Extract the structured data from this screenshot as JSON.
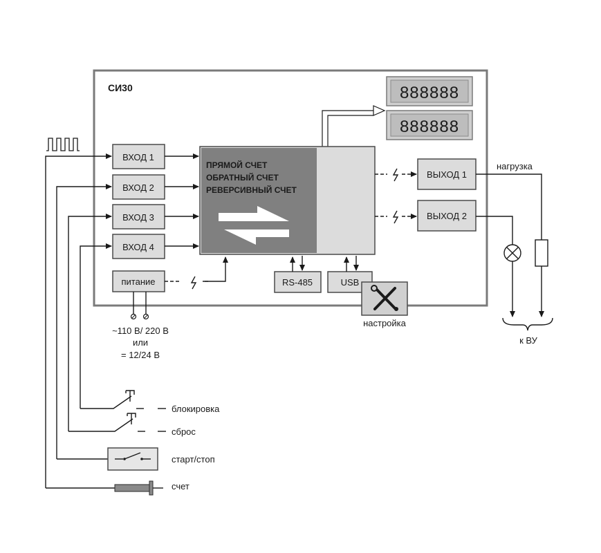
{
  "device_title": "СИ30",
  "inputs": [
    "ВХОД 1",
    "ВХОД 2",
    "ВХОД 3",
    "ВХОД 4"
  ],
  "power_label": "питание",
  "power_spec": [
    "~110 В/ 220 В",
    "или",
    "= 12/24 В"
  ],
  "processor_modes": [
    "ПРЯМОЙ СЧЕТ",
    "ОБРАТНЫЙ СЧЕТ",
    "РЕВЕРСИВНЫЙ СЧЕТ"
  ],
  "display_digits": "888888",
  "outputs": [
    "ВЫХОД 1",
    "ВЫХОД 2"
  ],
  "interfaces": [
    "RS-485",
    "USB"
  ],
  "setup_label": "настройка",
  "load_label": "нагрузка",
  "to_control_label": "к ВУ",
  "controls": [
    "блокировка",
    "сброс",
    "старт/стоп",
    "счет"
  ]
}
